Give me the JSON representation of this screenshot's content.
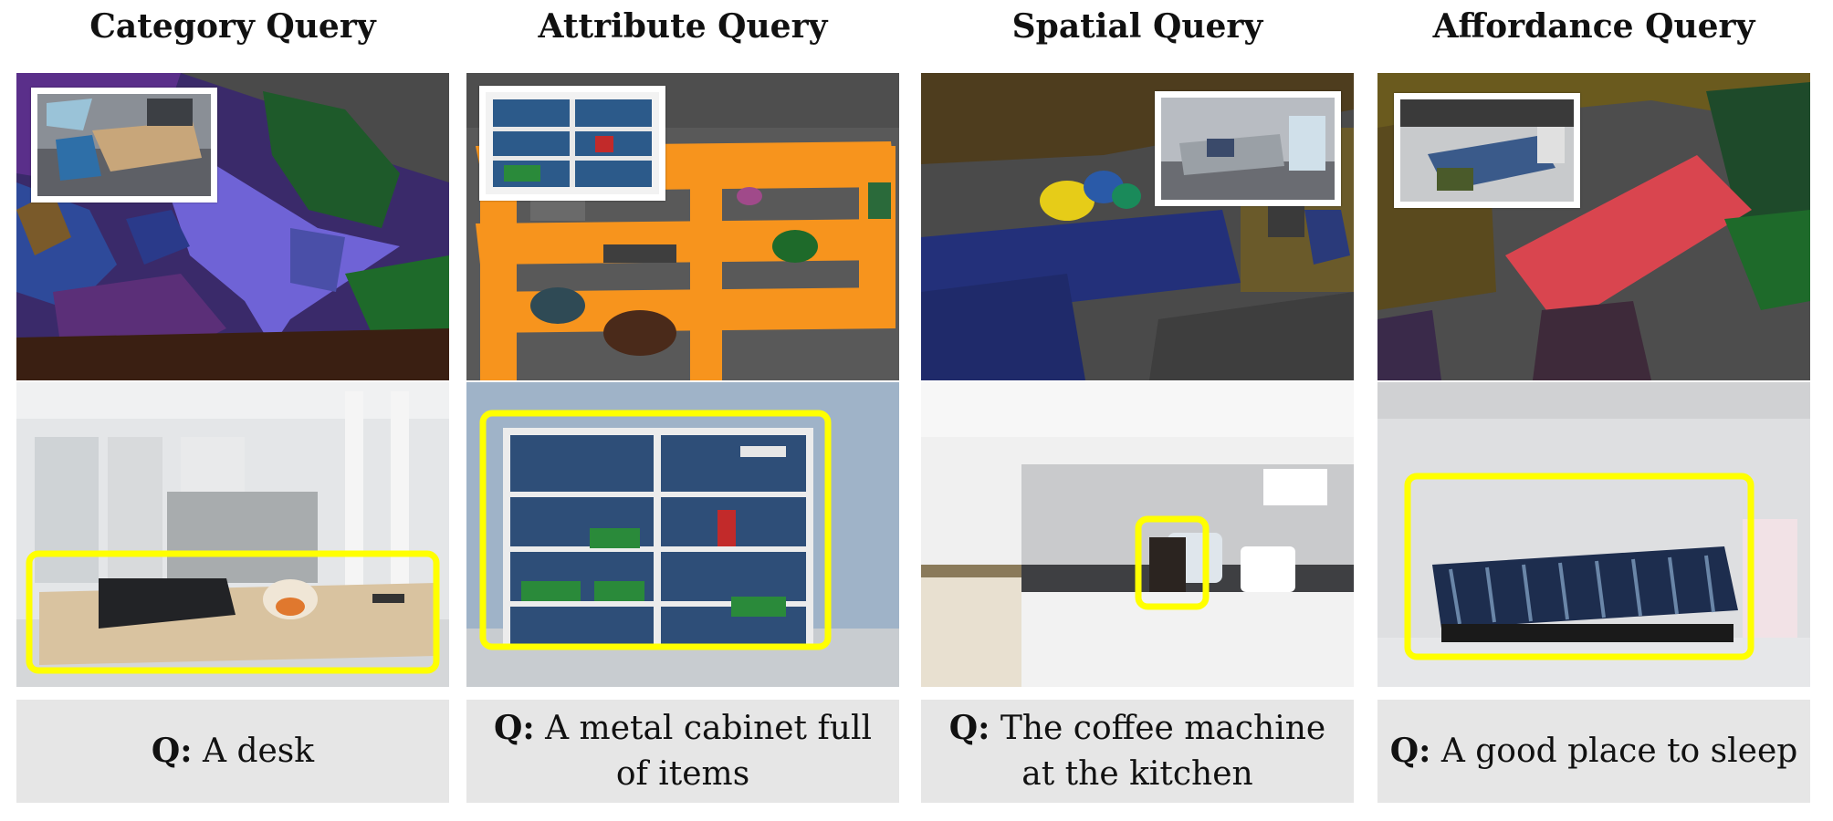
{
  "colors": {
    "highlight": "#ffff00",
    "query_bg": "#e6e6e6",
    "attribute_seg": "#f7941d",
    "affordance_seg": "#d9454f",
    "category_seg": "#6f63d6"
  },
  "columns": [
    {
      "title": "Category Query",
      "q_label": "Q:",
      "q_text": "A desk"
    },
    {
      "title": "Attribute Query",
      "q_label": "Q:",
      "q_text": "A metal cabinet full of items"
    },
    {
      "title": "Spatial Query",
      "q_label": "Q:",
      "q_text": "The coffee machine at the kitchen"
    },
    {
      "title": "Affordance Query",
      "q_label": "Q:",
      "q_text": "A good place to sleep"
    }
  ]
}
